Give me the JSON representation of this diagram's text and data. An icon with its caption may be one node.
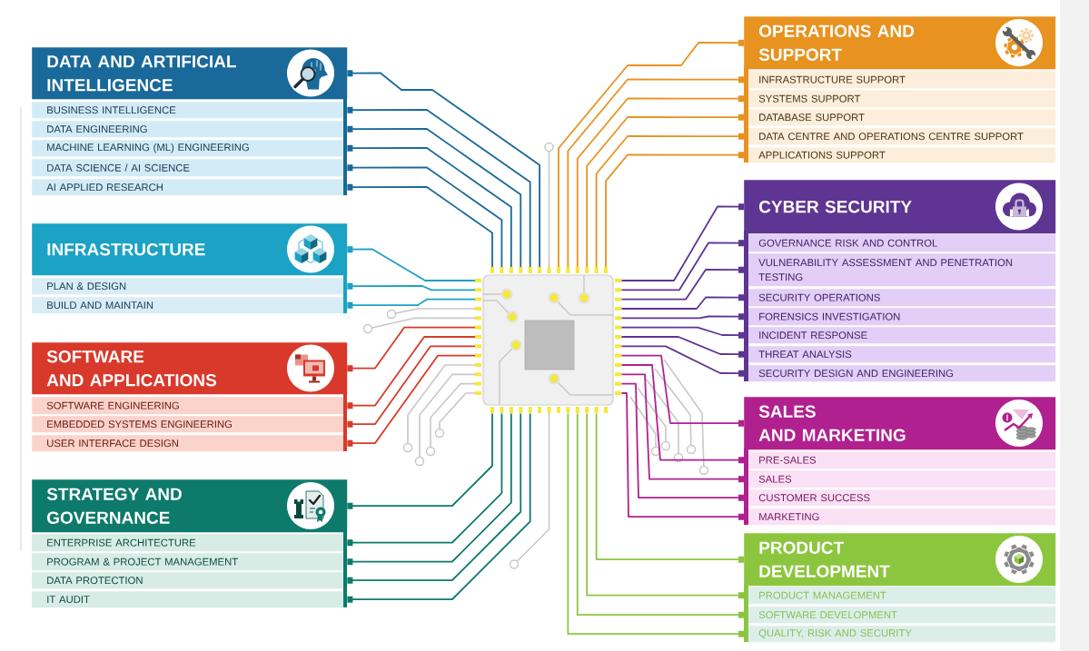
{
  "diagram": {
    "nodes": [
      {
        "text": [
          "DATA AND ARTIFICIAL INTELLIGENCE"
        ]
      },
      {
        "text": [
          "BUSINESS INTELLIGENCE"
        ]
      },
      {
        "text": [
          "DATA ENGINEERING"
        ]
      },
      {
        "text": [
          "MACHINE LEARNING (ML) ENGINEERING"
        ]
      },
      {
        "text": [
          "DATA SCIENCE / AI SCIENCE"
        ]
      },
      {
        "text": [
          "AI APPLIED RESEARCH"
        ]
      },
      {
        "text": [
          "INFRASTRUCTURE"
        ]
      },
      {
        "text": [
          "PLAN & DESIGN"
        ]
      },
      {
        "text": [
          "BUILD AND MAINTAIN"
        ]
      },
      {
        "text": [
          "SOFTWARE AND APPLICATIONS"
        ]
      },
      {
        "text": [
          "SOFTWARE ENGINEERING"
        ]
      },
      {
        "text": [
          "EMBEDDED SYSTEMS ENGINEERING"
        ]
      },
      {
        "text": [
          "USER INTERFACE DESIGN"
        ]
      },
      {
        "text": [
          "STRATEGY AND GOVERNANCE"
        ]
      },
      {
        "text": [
          "ENTERPRISE ARCHITECTURE"
        ]
      },
      {
        "text": [
          "PROGRAM & PROJECT MANAGEMENT"
        ]
      },
      {
        "text": [
          "DATA PROTECTION"
        ]
      },
      {
        "text": [
          "IT AUDIT"
        ]
      },
      {
        "text": [],
        "shape": "box"
      },
      {
        "text": [
          "OPERATIONS AND SUPPORT"
        ]
      },
      {
        "text": [
          "INFRASTRUCTURE SUPPORT"
        ]
      },
      {
        "text": [
          "SYSTEMS SUPPORT"
        ]
      },
      {
        "text": [
          "DATABASE SUPPORT"
        ]
      },
      {
        "text": [
          "DATA CENTRE AND OPERATIONS CENTRE SUPPORT"
        ]
      },
      {
        "text": [
          "APPLICATIONS SUPPORT"
        ]
      },
      {
        "text": [
          "CYBER SECURITY"
        ]
      },
      {
        "text": [
          "GOVERNANCE RISK AND CONTROL"
        ]
      },
      {
        "text": [
          "VULNERABILITY ASSESSMENT AND PENETRATION TESTING"
        ]
      },
      {
        "text": [
          "SECURITY OPERATIONS"
        ]
      },
      {
        "text": [
          "FORENSICS INVESTIGATION"
        ]
      },
      {
        "text": [
          "INCIDENT RESPONSE"
        ]
      },
      {
        "text": [
          "THREAT ANALYSIS"
        ]
      },
      {
        "text": [
          "SECURITY DESIGN AND ENGINEERING"
        ]
      },
      {
        "text": [
          "SALES AND MARKETING"
        ]
      },
      {
        "text": [
          "PRE-SALES"
        ]
      },
      {
        "text": [
          "SALES"
        ]
      },
      {
        "text": [
          "CUSTOMER SUCCESS"
        ]
      },
      {
        "text": [
          "MARKETING"
        ]
      },
      {
        "text": [
          "PRODUCT DEVELOPMENT"
        ]
      },
      {
        "text": [
          "PRODUCT MANAGEMENT"
        ]
      },
      {
        "text": [
          "SOFTWARE DEVELOPMENT"
        ]
      },
      {
        "text": [
          "QUALITY, RISK AND SECURITY"
        ]
      }
    ],
    "edges": [
      {
        "from": 0,
        "to": 18,
        "arrow": "other",
        "color": "#19699a"
      },
      {
        "from": 1,
        "to": 18,
        "arrow": "other",
        "color": "#19699a"
      },
      {
        "from": 2,
        "to": 18,
        "arrow": "other",
        "color": "#19699a"
      },
      {
        "from": 3,
        "to": 18,
        "arrow": "other",
        "color": "#19699a"
      },
      {
        "from": 4,
        "to": 18,
        "arrow": "other",
        "color": "#19699a"
      },
      {
        "from": 5,
        "to": 18,
        "arrow": "other",
        "color": "#19699a"
      },
      {
        "from": 6,
        "to": 18,
        "arrow": "other",
        "color": "#1ba2c4"
      },
      {
        "from": 7,
        "to": 18,
        "arrow": "other",
        "color": "#1ba2c4"
      },
      {
        "from": 8,
        "to": 18,
        "arrow": "other",
        "color": "#1ba2c4"
      },
      {
        "from": 9,
        "to": 18,
        "arrow": "other",
        "color": "#d8392a"
      },
      {
        "from": 10,
        "to": 18,
        "arrow": "other",
        "color": "#d8392a"
      },
      {
        "from": 11,
        "to": 18,
        "arrow": "other",
        "color": "#d8392a"
      },
      {
        "from": 12,
        "to": 18,
        "arrow": "other",
        "color": "#d8392a"
      },
      {
        "from": 13,
        "to": 18,
        "arrow": "other",
        "color": "#0e7a6b"
      },
      {
        "from": 14,
        "to": 18,
        "arrow": "other",
        "color": "#0e7a6b"
      },
      {
        "from": 15,
        "to": 18,
        "arrow": "other",
        "color": "#0e7a6b"
      },
      {
        "from": 16,
        "to": 18,
        "arrow": "other",
        "color": "#0e7a6b"
      },
      {
        "from": 17,
        "to": 18,
        "arrow": "other",
        "color": "#0e7a6b"
      },
      {
        "from": 19,
        "to": 18,
        "arrow": "other",
        "color": "#e8921f"
      },
      {
        "from": 20,
        "to": 18,
        "arrow": "other",
        "color": "#e8921f"
      },
      {
        "from": 21,
        "to": 18,
        "arrow": "other",
        "color": "#e8921f"
      },
      {
        "from": 22,
        "to": 18,
        "arrow": "other",
        "color": "#e8921f"
      },
      {
        "from": 23,
        "to": 18,
        "arrow": "other",
        "color": "#e8921f"
      },
      {
        "from": 24,
        "to": 18,
        "arrow": "other",
        "color": "#e8921f"
      },
      {
        "from": 25,
        "to": 18,
        "arrow": "other",
        "color": "#5f3593"
      },
      {
        "from": 26,
        "to": 18,
        "arrow": "other",
        "color": "#5f3593"
      },
      {
        "from": 27,
        "to": 18,
        "arrow": "other",
        "color": "#5f3593"
      },
      {
        "from": 28,
        "to": 18,
        "arrow": "other",
        "color": "#5f3593"
      },
      {
        "from": 29,
        "to": 18,
        "arrow": "other",
        "color": "#5f3593"
      },
      {
        "from": 30,
        "to": 18,
        "arrow": "other",
        "color": "#5f3593"
      },
      {
        "from": 31,
        "to": 18,
        "arrow": "other",
        "color": "#5f3593"
      },
      {
        "from": 32,
        "to": 18,
        "arrow": "other",
        "color": "#5f3593"
      },
      {
        "from": 33,
        "to": 18,
        "arrow": "other",
        "color": "#b0218f"
      },
      {
        "from": 34,
        "to": 18,
        "arrow": "other",
        "color": "#b0218f"
      },
      {
        "from": 35,
        "to": 18,
        "arrow": "other",
        "color": "#b0218f"
      },
      {
        "from": 36,
        "to": 18,
        "arrow": "other",
        "color": "#b0218f"
      },
      {
        "from": 37,
        "to": 18,
        "arrow": "other",
        "color": "#b0218f"
      },
      {
        "from": 38,
        "to": 18,
        "arrow": "other",
        "color": "#8cc63f"
      },
      {
        "from": 39,
        "to": 18,
        "arrow": "other",
        "color": "#8cc63f"
      },
      {
        "from": 40,
        "to": 18,
        "arrow": "other",
        "color": "#8cc63f"
      },
      {
        "from": 41,
        "to": 18,
        "arrow": "other",
        "color": "#8cc63f"
      }
    ]
  }
}
